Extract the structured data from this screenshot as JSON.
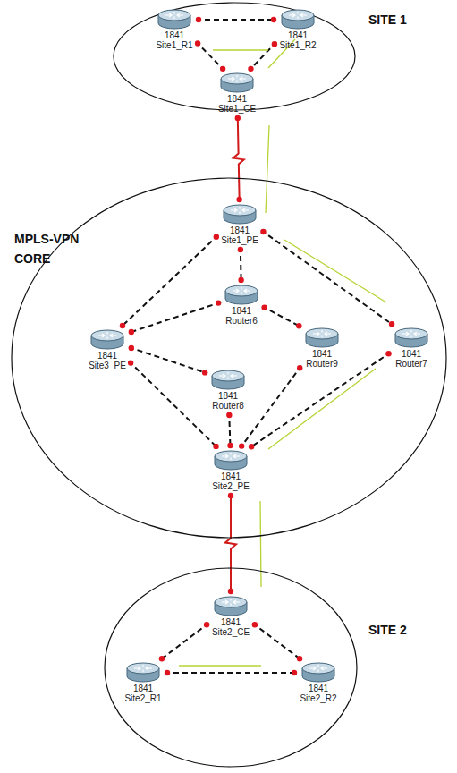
{
  "diagram": {
    "nodes": [
      {
        "text": [
          "SITE 1"
        ]
      },
      {
        "text": [
          "1841",
          "Site1_R1"
        ],
        "in": 0
      },
      {
        "text": [
          "1841",
          "Site1_R2"
        ],
        "in": 0
      },
      {
        "text": [
          "1841",
          "Site1_CE"
        ],
        "in": 0
      },
      {
        "text": [
          "MPLS-VPN CORE"
        ]
      },
      {
        "text": [
          "1841",
          "Site1_PE"
        ],
        "in": 4
      },
      {
        "text": [
          "1841",
          "Router6"
        ],
        "in": 4
      },
      {
        "text": [
          "1841",
          "Site3_PE"
        ],
        "in": 4
      },
      {
        "text": [
          "1841",
          "Router9"
        ],
        "in": 4
      },
      {
        "text": [
          "1841",
          "Router7"
        ],
        "in": 4
      },
      {
        "text": [
          "1841",
          "Router8"
        ],
        "in": 4
      },
      {
        "text": [
          "1841",
          "Site2_PE"
        ],
        "in": 4
      },
      {
        "text": [
          "SITE 2"
        ]
      },
      {
        "text": [
          "1841",
          "Site2_CE"
        ],
        "in": 12
      },
      {
        "text": [
          "1841",
          "Site2_R1"
        ],
        "in": 12
      },
      {
        "text": [
          "1841",
          "Site2_R2"
        ],
        "in": 12
      }
    ],
    "edges": [
      {
        "from": 1,
        "to": 2,
        "arrow": "none"
      },
      {
        "from": 1,
        "to": 3,
        "arrow": "none"
      },
      {
        "from": 2,
        "to": 3,
        "arrow": "none"
      },
      {
        "from": 3,
        "to": 5,
        "arrow": "none"
      },
      {
        "from": 5,
        "to": 7,
        "arrow": "none"
      },
      {
        "from": 5,
        "to": 6,
        "arrow": "none"
      },
      {
        "from": 5,
        "to": 9,
        "arrow": "none"
      },
      {
        "from": 6,
        "to": 7,
        "arrow": "none"
      },
      {
        "from": 6,
        "to": 8,
        "arrow": "none"
      },
      {
        "from": 7,
        "to": 10,
        "arrow": "none"
      },
      {
        "from": 7,
        "to": 11,
        "arrow": "none"
      },
      {
        "from": 8,
        "to": 11,
        "arrow": "none"
      },
      {
        "from": 9,
        "to": 11,
        "arrow": "none"
      },
      {
        "from": 10,
        "to": 11,
        "arrow": "none"
      },
      {
        "from": 11,
        "to": 13,
        "arrow": "none"
      },
      {
        "from": 13,
        "to": 14,
        "arrow": "none"
      },
      {
        "from": 13,
        "to": 15,
        "arrow": "none"
      },
      {
        "from": 14,
        "to": 15,
        "arrow": "none"
      }
    ]
  }
}
